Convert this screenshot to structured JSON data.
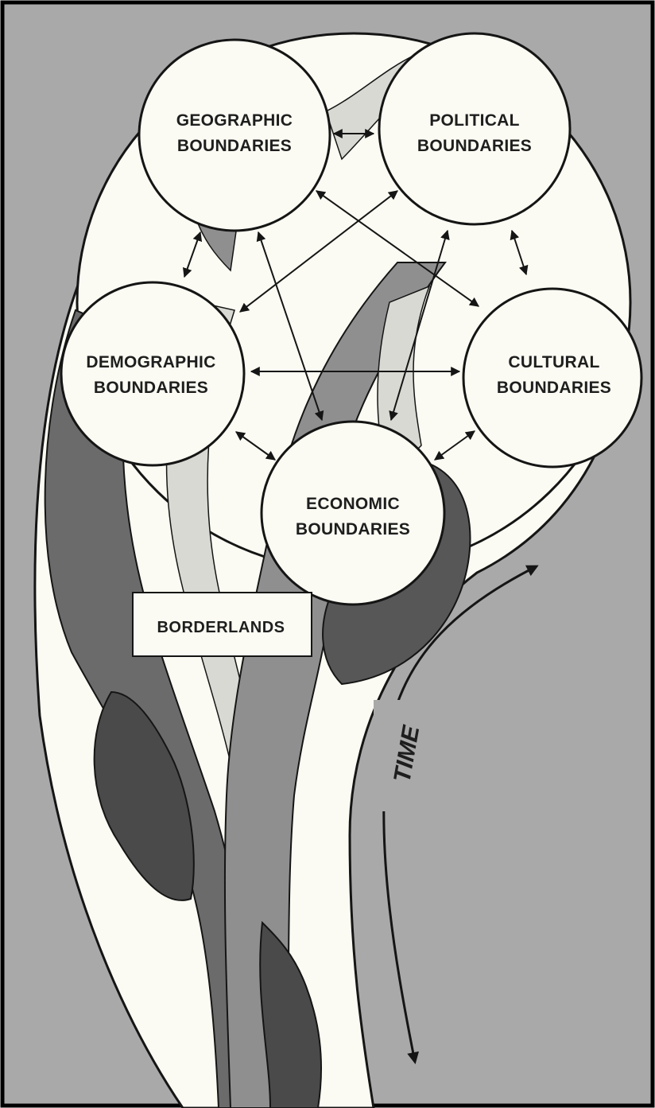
{
  "diagram": {
    "nodes": [
      {
        "id": "geographic",
        "line1": "GEOGRAPHIC",
        "line2": "BOUNDARIES"
      },
      {
        "id": "political",
        "line1": "POLITICAL",
        "line2": "BOUNDARIES"
      },
      {
        "id": "demographic",
        "line1": "DEMOGRAPHIC",
        "line2": "BOUNDARIES"
      },
      {
        "id": "cultural",
        "line1": "CULTURAL",
        "line2": "BOUNDARIES"
      },
      {
        "id": "economic",
        "line1": "ECONOMIC",
        "line2": "BOUNDARIES"
      }
    ],
    "borderlands_label": "BORDERLANDS",
    "time_label": "TIME",
    "colors": {
      "background": "#a9a9a9",
      "cream": "#fbfbf3",
      "light_band": "#d9d9d4",
      "mid_band": "#8f8f8f",
      "dark_band": "#575757",
      "ink": "#151515"
    }
  }
}
